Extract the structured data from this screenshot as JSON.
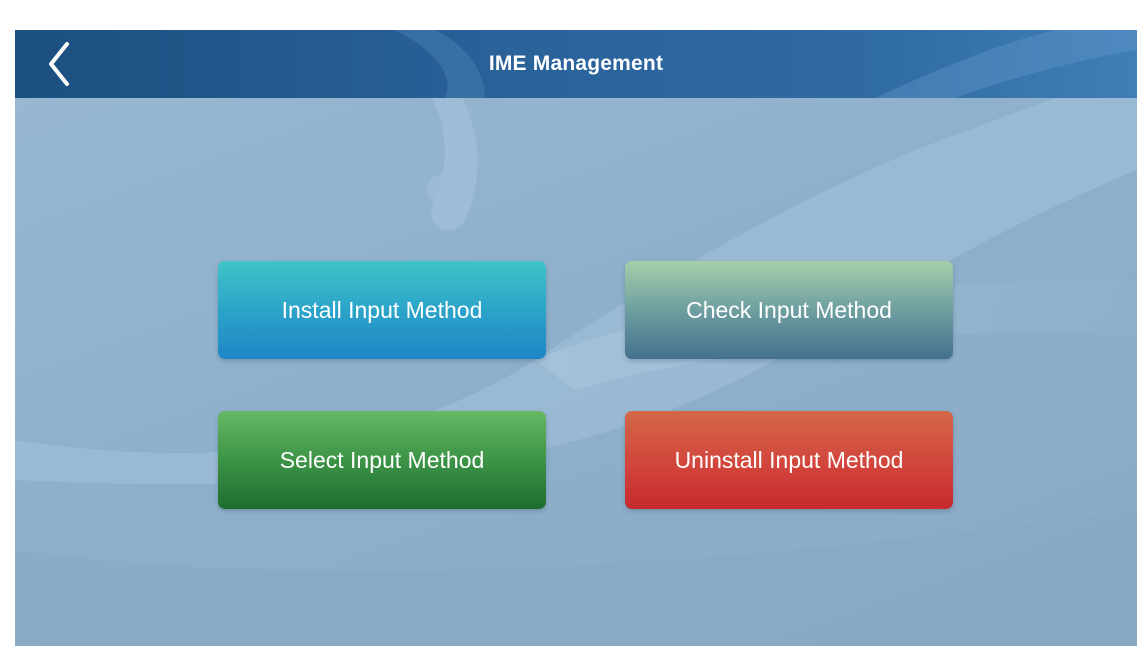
{
  "header": {
    "title": "IME Management",
    "back_icon": "chevron-left-icon"
  },
  "actions": {
    "install_label": "Install Input Method",
    "check_label": "Check Input Method",
    "select_label": "Select Input Method",
    "uninstall_label": "Uninstall Input Method"
  },
  "colors": {
    "header_bg": "#2a629a",
    "background": "#8fb0cb",
    "install": "#2aa1c9",
    "check": "#6e9fa0",
    "select": "#3d9447",
    "uninstall": "#d2453c",
    "text": "#ffffff"
  }
}
